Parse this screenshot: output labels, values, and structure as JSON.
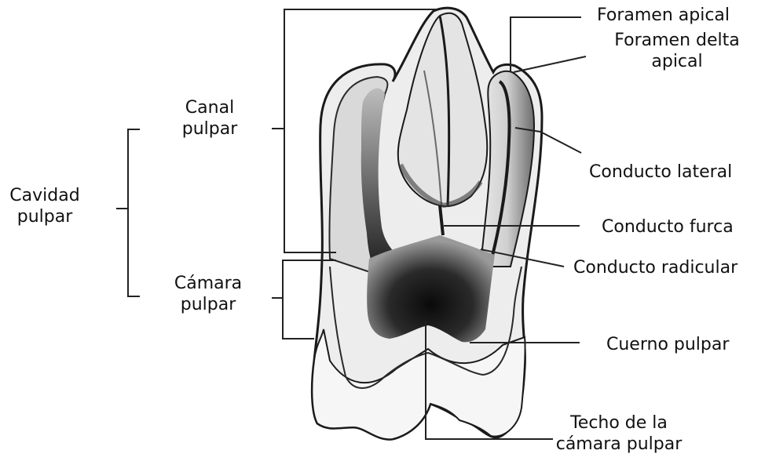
{
  "labels": {
    "cavidad_pulpar": [
      "Cavidad",
      "pulpar"
    ],
    "canal_pulpar": [
      "Canal",
      "pulpar"
    ],
    "camara_pulpar": [
      "Cámara",
      "pulpar"
    ],
    "foramen_apical": "Foramen apical",
    "foramen_delta_apical": [
      "Foramen delta",
      "apical"
    ],
    "conducto_lateral": "Conducto lateral",
    "conducto_furca": "Conducto furca",
    "conducto_radicular": "Conducto radicular",
    "cuerno_pulpar": "Cuerno pulpar",
    "techo_camara": [
      "Techo de la",
      "cámara pulpar"
    ]
  }
}
